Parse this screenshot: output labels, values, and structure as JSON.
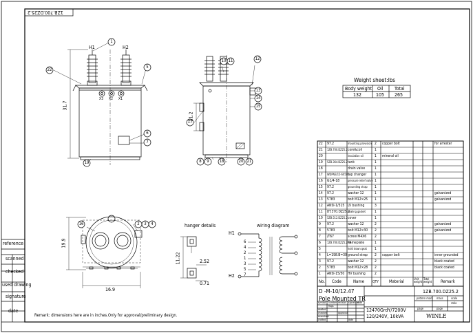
{
  "drawing_number_top": "1ZB.700.DZ25.2",
  "view_labels": {
    "h1": "H1",
    "h2": "H2",
    "x3": "X3",
    "x2": "X2",
    "x1": "X1"
  },
  "dimensions": {
    "height_front": "31.7",
    "side_11_2": "11.2",
    "plan_19_9": "19.9",
    "plan_16_9": "16.9",
    "hanger_11_22": "11.22",
    "hanger_2_52": "2.52",
    "hanger_0_71": "0.71"
  },
  "balloons": [
    "1",
    "2",
    "3",
    "4",
    "5",
    "6",
    "7",
    "8",
    "9",
    "10",
    "11",
    "12",
    "13",
    "14",
    "15",
    "16",
    "17",
    "18",
    "19",
    "20",
    "21",
    "22"
  ],
  "weight_sheet": {
    "title": "Weight sheet:lbs",
    "headers": [
      "Body weight",
      "Oil",
      "Total"
    ],
    "values": [
      "132",
      "105",
      "265"
    ]
  },
  "hanger_title": "hanger details",
  "wiring_title": "wiring diagram",
  "wiring_taps": [
    "6",
    "4",
    "2",
    "1",
    "3",
    "5",
    "7"
  ],
  "wiring_terminals": {
    "h1": "H1",
    "h2": "H2"
  },
  "bom": {
    "rows": [
      [
        "22",
        "97.2",
        "mounting provision",
        "2",
        "copper bolt",
        "",
        "",
        "for arrester"
      ],
      [
        "21",
        "1ZB.700.DZ25.2",
        "core&coil",
        "1",
        "",
        "",
        "",
        ""
      ],
      [
        "20",
        "",
        "insulation oil",
        "1",
        "mineral oil",
        "",
        "",
        ""
      ],
      [
        "19",
        "5ZB.364.DZ25.2",
        "tank",
        "1",
        "",
        "",
        "",
        ""
      ],
      [
        "18",
        "",
        "drain valve",
        "1",
        "",
        "",
        "",
        ""
      ],
      [
        "17",
        "WDPN3/15-6X505",
        "tap changer",
        "1",
        "",
        "",
        "",
        ""
      ],
      [
        "16",
        "G1/4-18",
        "pressure relief valve",
        "1",
        "",
        "",
        "",
        ""
      ],
      [
        "15",
        "97.2",
        "grounding strap",
        "1",
        "",
        "",
        "",
        ""
      ],
      [
        "14",
        "97.2",
        "washer 12",
        "1",
        "",
        "",
        "",
        "galvanized"
      ],
      [
        "13",
        "5783",
        "bolt M12×25",
        "1",
        "",
        "",
        "",
        "galvanized"
      ],
      [
        "12",
        "ANSI-1/315",
        "LV bushing",
        "3",
        "",
        "",
        "",
        ""
      ],
      [
        "11",
        "8T.370.DZ25.2",
        "sealing gasket",
        "1",
        "",
        "",
        "",
        ""
      ],
      [
        "10",
        "5ZB.512.DZ25.2",
        "cover",
        "1",
        "",
        "",
        "",
        ""
      ],
      [
        "9",
        "97.2",
        "washer 12",
        "2",
        "",
        "",
        "",
        "galvanized"
      ],
      [
        "8",
        "5783",
        "bolt M12×30",
        "2",
        "",
        "",
        "",
        "galvanized"
      ],
      [
        "7",
        "/T67",
        "screw M4X6",
        "2",
        "",
        "",
        "",
        ""
      ],
      [
        "6",
        "1ZB.700.DZ25.2MP",
        "nameplate",
        "1",
        "",
        "",
        "",
        ""
      ],
      [
        "5",
        "",
        "hold down qeat",
        "1",
        "",
        "",
        "",
        ""
      ],
      [
        "4",
        "L=198.B=30",
        "ground strap",
        "2",
        "copper belt",
        "",
        "",
        "inner grounded"
      ],
      [
        "3",
        "97.2",
        "washer 12",
        "2",
        "",
        "",
        "",
        "black coated"
      ],
      [
        "2",
        "5783",
        "bolt M12×28",
        "2",
        "",
        "",
        "",
        "black coated"
      ],
      [
        "1",
        "ANSI-15/50",
        "HV bushing",
        "2",
        "",
        "",
        "",
        ""
      ]
    ],
    "headers": [
      "No.",
      "Code",
      "Name",
      "QTY",
      "Material",
      "Unit weight",
      "Total weight",
      "Remark"
    ]
  },
  "title_block": {
    "model": "D -M-10/12.47",
    "drawing_no": "1ZB.700.DZ25.2",
    "name": "Pole Mounted TR",
    "spec1": "12470GrdY/7200V",
    "spec2": "120/240V, 10kVA",
    "company": "WINLE",
    "hdr_pattern": "pattern mark",
    "hdr_mass": "mass",
    "hdr_scale": "scale",
    "hdr_page": "page",
    "hdr_page2": "page",
    "hdr_ratio": "ratio",
    "sign_cols": [
      "symbol",
      "number",
      "revision",
      "signature",
      "date"
    ],
    "sign_rows": [
      "drafted",
      "checked",
      "examined",
      "crafted"
    ],
    "sign_vals": [
      "",
      "",
      "",
      ""
    ],
    "approval": "approval",
    "flag": "flags",
    "date": "date"
  },
  "side_labels": [
    "reference",
    "scanned",
    "checked",
    "used drawing",
    "signature",
    "date"
  ],
  "remark": "Remark: dimensions here are in inches.Only for approval/preliminary design."
}
